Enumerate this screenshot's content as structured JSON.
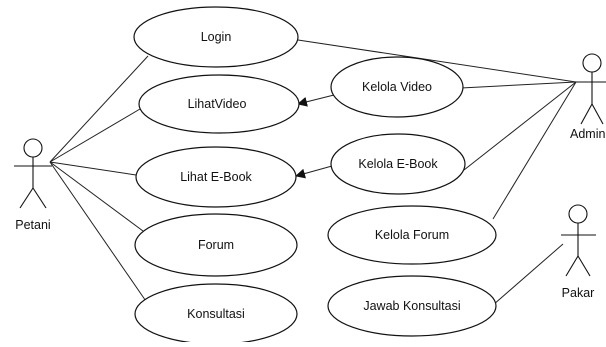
{
  "actors": {
    "petani": "Petani",
    "admin": "Admin",
    "pakar": "Pakar"
  },
  "use_cases": {
    "login": "Login",
    "lihat_video": "LihatVideo",
    "lihat_ebook": "Lihat E-Book",
    "forum": "Forum",
    "konsultasi": "Konsultasi",
    "kelola_video": "Kelola Video",
    "kelola_ebook": "Kelola E-Book",
    "kelola_forum": "Kelola Forum",
    "jawab_konsultasi": "Jawab Konsultasi"
  }
}
